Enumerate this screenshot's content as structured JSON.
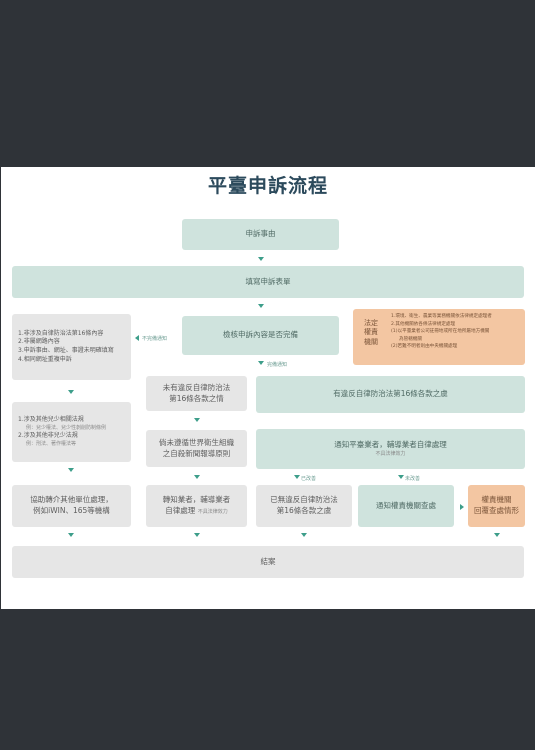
{
  "title": "平臺申訴流程",
  "steps": {
    "grievance": "申訴事由",
    "fill_form": "填寫申訴表單",
    "review": "檢核申訴內容是否完備",
    "end": "結案"
  },
  "left_column": {
    "scope_items": [
      "1.非涉及自律防治法第16條內容",
      "2.非屬網路內容",
      "3.申訴事由、網址、事證未明確填寫",
      "4.相同網址重複申訴"
    ],
    "other_laws": [
      "1.涉及其他兒少相關法規",
      "例：兒少權法、兒少性剝削防制條例",
      "2.涉及其他非兒少法規",
      "例：刑法、著作權法等"
    ],
    "assist": [
      "協助轉介其他單位處理，",
      "例如iWIN、165等機構"
    ]
  },
  "labels": {
    "incomplete": "不完備通知",
    "complete": "完備通知",
    "processed": "已改善",
    "not_processed": "未改善"
  },
  "authority": {
    "label": [
      "法定",
      "權責",
      "機關"
    ],
    "items": [
      "1.環境、衛生、農業等業務機關依法律規定處理者",
      "2.其他機關依各條法律規定處理",
      "(1)以平臺業者公司註冊地或所在地所屬地方機關",
      "為管轄機關",
      "(2)若難不明者則由中央機關處理"
    ]
  },
  "row2": {
    "not_violate": [
      "未有違反自律防治法",
      "第16條各款之情"
    ],
    "violate": "有違反自律防治法第16條各款之虞"
  },
  "row3": {
    "who": [
      "倘未遵循世界衛生組織",
      "之自殺新聞報導原則"
    ],
    "notify": "通知平臺業者，輔導業者自律處理",
    "notify_sub": "不具法律效力"
  },
  "row4": {
    "transfer": [
      "轉知業者，輔導業者",
      "自律處理"
    ],
    "transfer_sub": "不具法律效力",
    "already": [
      "已無違反自律防治法",
      "第16條各款之虞"
    ],
    "notify_authority": "通知權責機關查處",
    "authority_reply": [
      "權責機關",
      "回覆查處情形"
    ]
  },
  "colors": {
    "background": "#2f3338",
    "teal": "#cfe3dd",
    "gray": "#e6e6e6",
    "orange": "#f3c6a2",
    "arrow": "#3d9e8a",
    "title": "#2c4a5c"
  }
}
